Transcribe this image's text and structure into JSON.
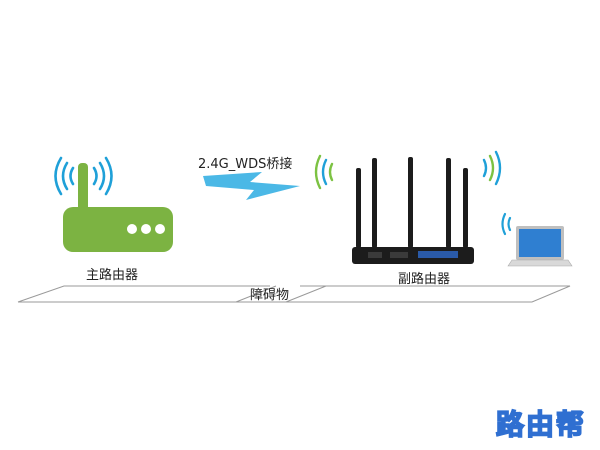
{
  "labels": {
    "main_router": "主路由器",
    "secondary_router": "副路由器",
    "link": "2.4G_WDS桥接",
    "obstacle": "障碍物"
  },
  "watermark": "路由帮",
  "colors": {
    "router_green": "#7cb342",
    "wifi_blue": "#1fa0d8",
    "wifi_green": "#7cc242",
    "link_blue": "#4bb8e6",
    "watermark_blue": "#2f6fd1",
    "router_dark": "#1c1c1c"
  },
  "icons": [
    "wifi-signal-icon",
    "router-icon",
    "laptop-icon",
    "lightning-link-icon"
  ]
}
